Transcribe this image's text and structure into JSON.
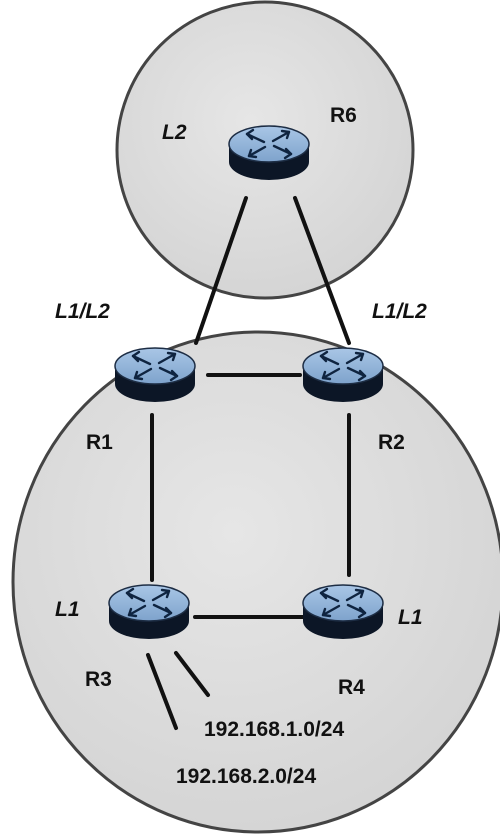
{
  "colors": {
    "area_fill": "#dcdcdc",
    "area_stroke": "#444444",
    "router_top": "#8fb3d9",
    "router_side": "#1d2d44",
    "router_arrow": "#0f2440",
    "link": "#111111"
  },
  "areas": {
    "top_level_label": "L2",
    "bottom_level_label": ""
  },
  "routers": {
    "r6": {
      "name": "R6",
      "level": "L2",
      "icon": "router-icon"
    },
    "r1": {
      "name": "R1",
      "level": "L1/L2",
      "icon": "router-icon"
    },
    "r2": {
      "name": "R2",
      "level": "L1/L2",
      "icon": "router-icon"
    },
    "r3": {
      "name": "R3",
      "level": "L1",
      "icon": "router-icon"
    },
    "r4": {
      "name": "R4",
      "level": "L1",
      "icon": "router-icon"
    }
  },
  "networks": [
    {
      "prefix": "192.168.1.0/24",
      "attached_to": "R3"
    },
    {
      "prefix": "192.168.2.0/24",
      "attached_to": "R3"
    }
  ]
}
